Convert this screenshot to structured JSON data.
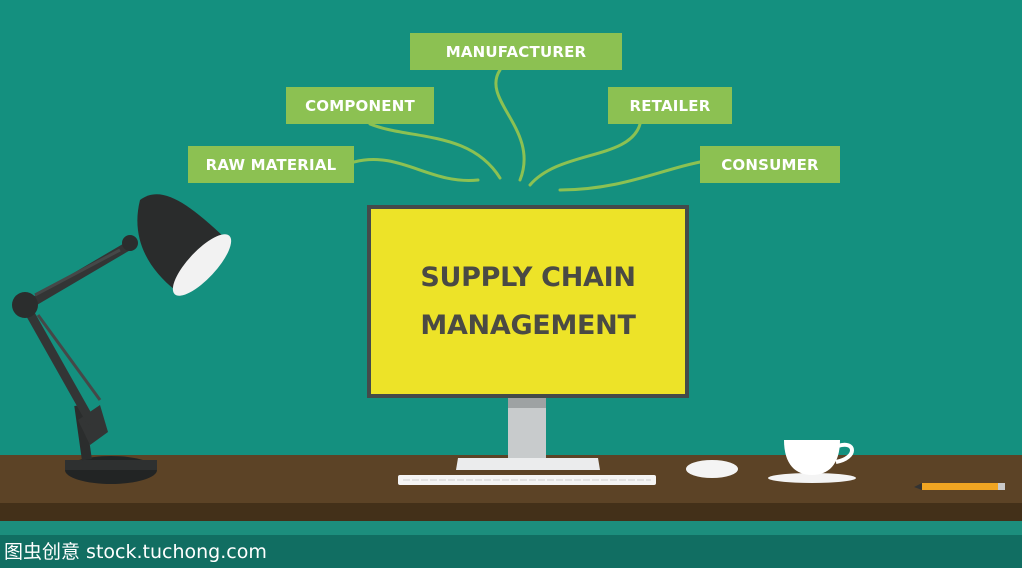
{
  "labels": {
    "manufacturer": "MANUFACTURER",
    "component": "COMPONENT",
    "retailer": "RETAILER",
    "raw_material": "RAW MATERIAL",
    "consumer": "CONSUMER"
  },
  "screen": {
    "line1": "SUPPLY CHAIN",
    "line2": "MANAGEMENT"
  },
  "watermark": {
    "text": "图虫创意 stock.tuchong.com"
  },
  "colors": {
    "background": "#14907f",
    "label_green": "#8cc152",
    "screen_yellow": "#ede328",
    "desk_brown": "#5c4326"
  },
  "icons": [
    "desk-lamp-icon",
    "monitor-icon",
    "keyboard-icon",
    "mouse-icon",
    "coffee-cup-icon",
    "pencil-icon"
  ]
}
